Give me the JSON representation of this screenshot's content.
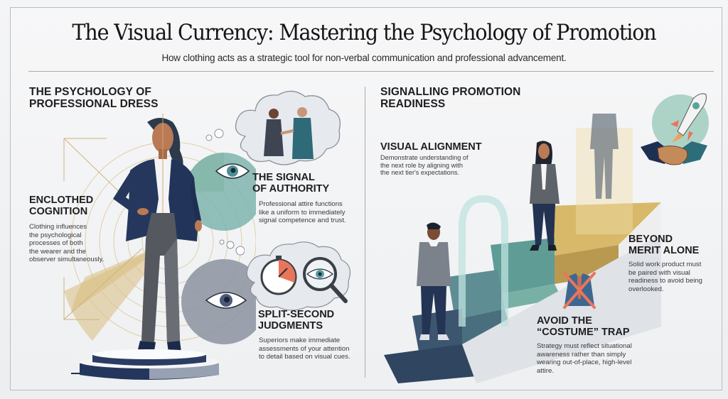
{
  "header": {
    "title": "The Visual Currency: Mastering the Psychology of Promotion",
    "subtitle": "How clothing acts as a strategic tool for non-verbal communication and professional advancement."
  },
  "left_panel": {
    "heading_line1": "THE PSYCHOLOGY OF",
    "heading_line2": "PROFESSIONAL DRESS",
    "items": [
      {
        "title_line1": "ENCLOTHED",
        "title_line2": "COGNITION",
        "body": [
          "Clothing influences",
          "the psychological",
          "processes of both",
          "the wearer and the",
          "observer simultaneously."
        ]
      },
      {
        "title_line1": "THE SIGNAL",
        "title_line2": "OF AUTHORITY",
        "body": [
          "Professional attire functions",
          "like a uniform to immediately",
          "signal competence and trust."
        ]
      },
      {
        "title_line1": "SPLIT-SECOND",
        "title_line2": "JUDGMENTS",
        "body": [
          "Superiors make immediate",
          "assessments of your attention",
          "to detail based on visual cues."
        ]
      }
    ]
  },
  "right_panel": {
    "heading_line1": "SIGNALLING PROMOTION",
    "heading_line2": "READINESS",
    "items": [
      {
        "title_line1": "VISUAL ALIGNMENT",
        "body": [
          "Demonstrate understanding of",
          "the next role by aligning with",
          "the next tier's expectations."
        ]
      },
      {
        "title_line1": "BEYOND",
        "title_line2": "MERIT ALONE",
        "body": [
          "Solid work product must",
          "be paired with visual",
          "readiness to avoid being",
          "overlooked."
        ]
      },
      {
        "title_line1": "AVOID THE",
        "title_line2": "“COSTUME” TRAP",
        "body": [
          "Strategy must reflect situational",
          "awareness rather than simply",
          "wearing out-of-place, high-level",
          "attire."
        ]
      }
    ]
  },
  "colors": {
    "navy": "#22345a",
    "charcoal": "#5a5e66",
    "teal": "#6aa7a2",
    "gold": "#d3b46a",
    "coral": "#e9765a",
    "skin": "#b97a55"
  }
}
